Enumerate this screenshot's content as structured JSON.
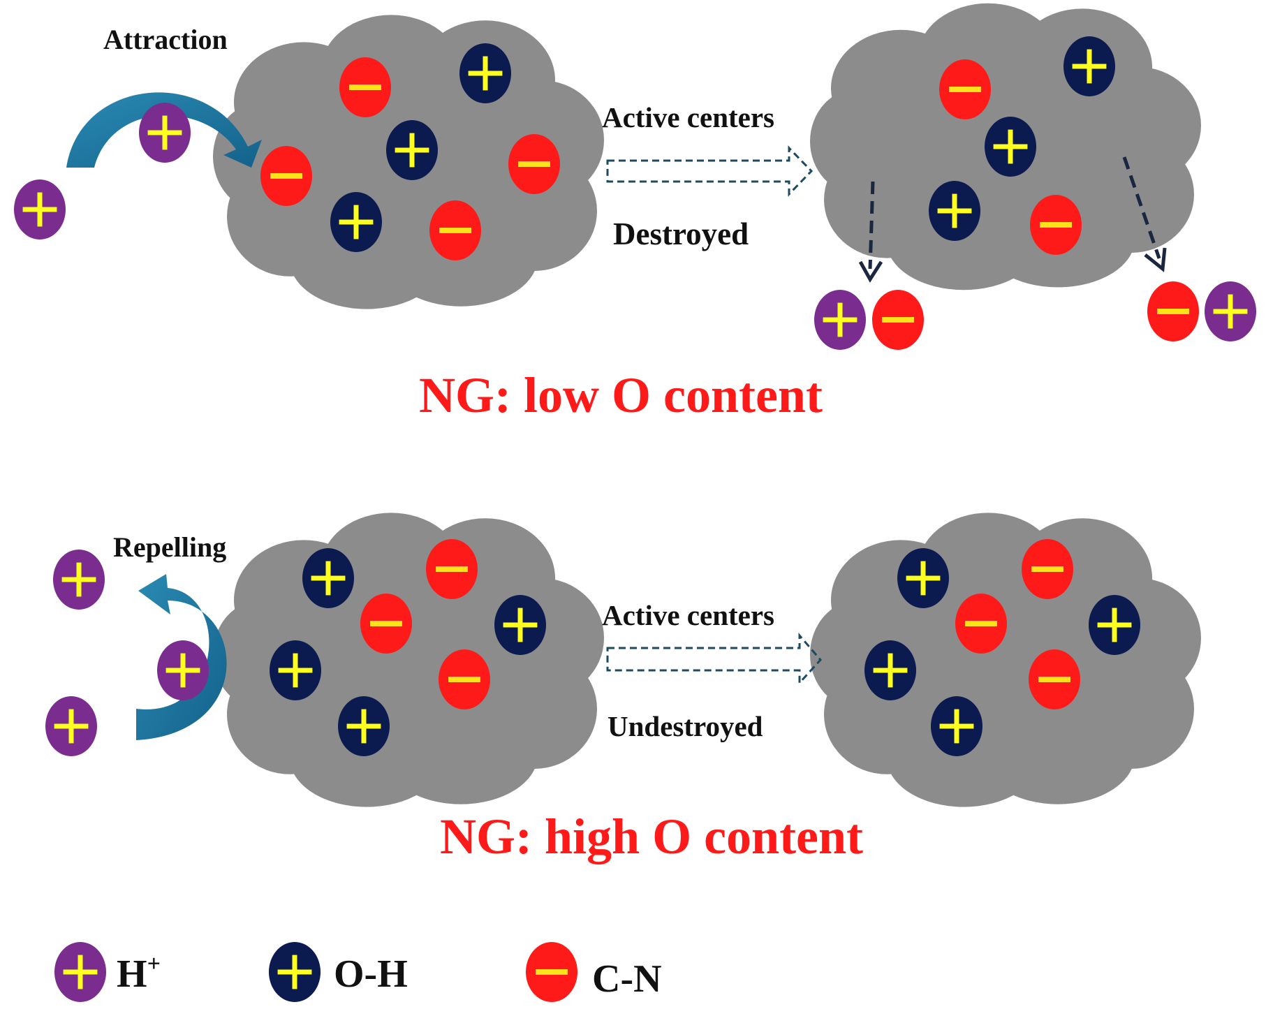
{
  "panels": {
    "low": {
      "action_label": "Attraction",
      "arrow_label_top": "Active centers",
      "arrow_label_bottom": "Destroyed",
      "title": "NG: low O content"
    },
    "high": {
      "action_label": "Repelling",
      "arrow_label_top": "Active centers",
      "arrow_label_bottom": "Undestroyed",
      "title": "NG: high O content"
    }
  },
  "legend": {
    "h_plus": "H",
    "h_plus_sup": "+",
    "oh": "O-H",
    "cn": "C-N"
  },
  "colors": {
    "cloud": "#8c8c8c",
    "h_plus": "#7b2c8f",
    "oh": "#0b1a4f",
    "cn": "#ff1a1a",
    "plus_sign": "#ffff1f",
    "minus_sign": "#ffe21a",
    "title": "#ff1a1a",
    "curved_arrow": "#1e7fa8",
    "dashed_arrow": "#1c4a63"
  }
}
